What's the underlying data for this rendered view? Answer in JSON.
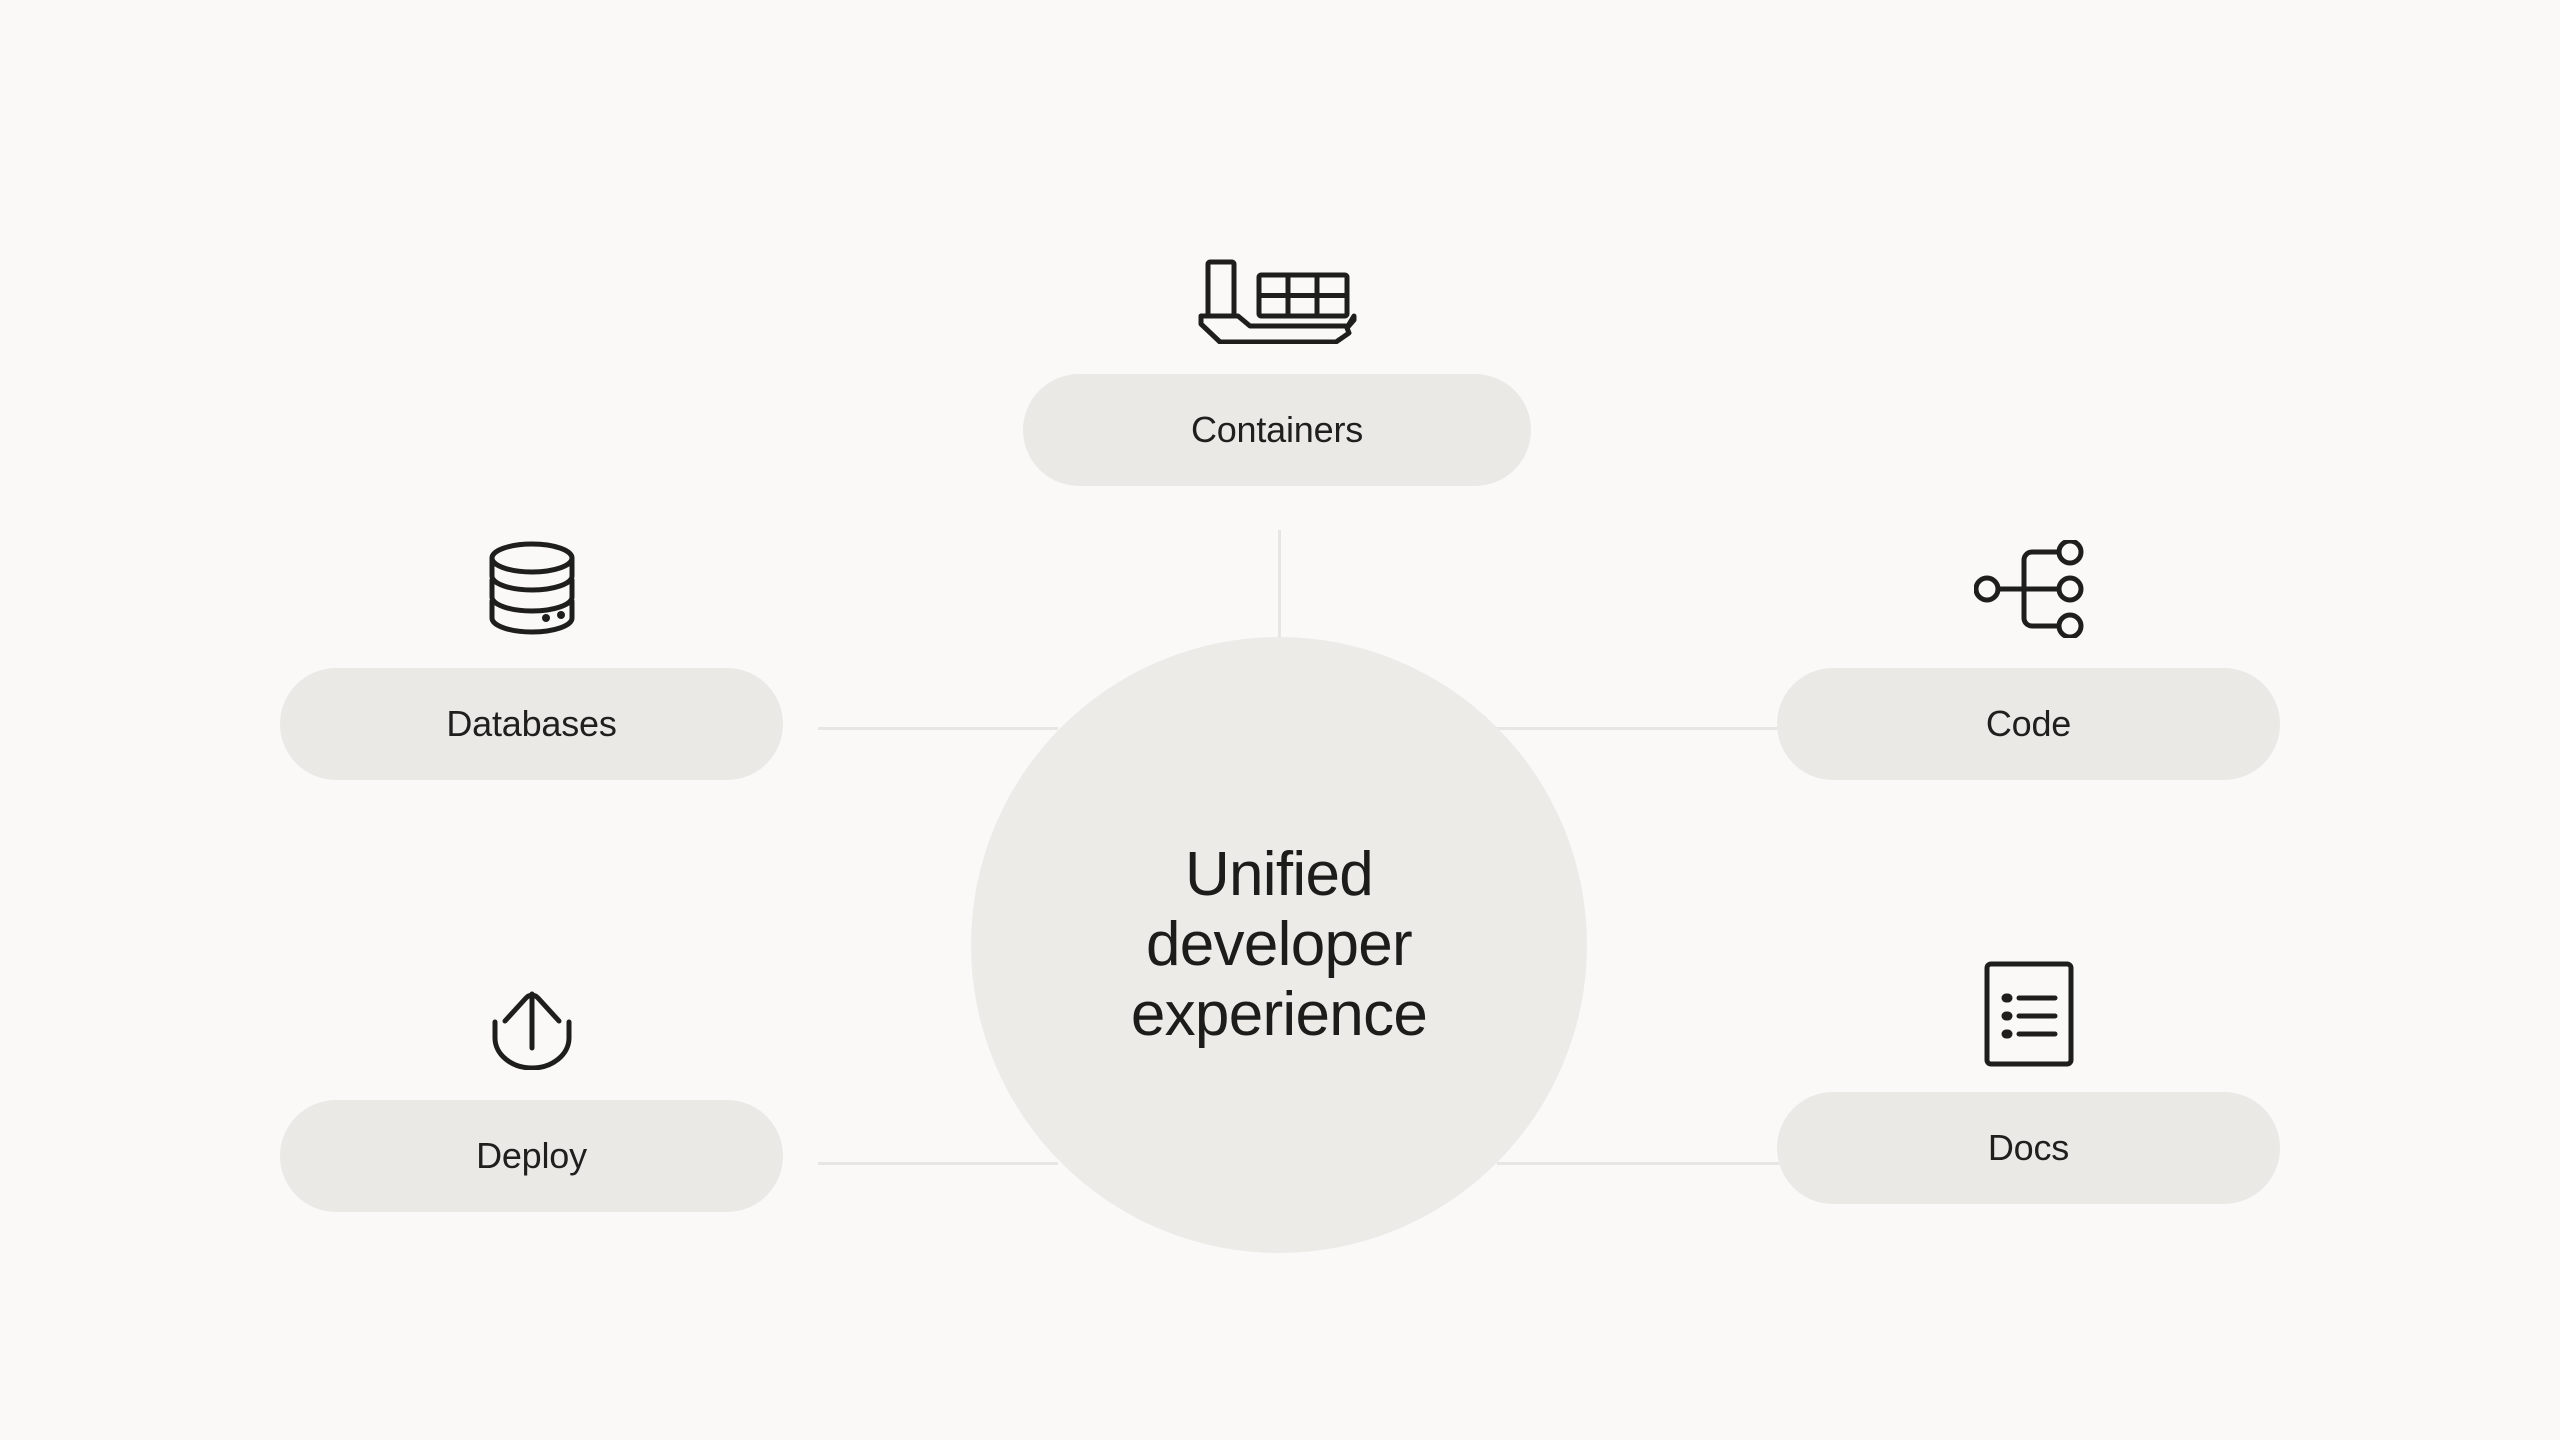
{
  "colors": {
    "background": "#faf9f7",
    "pill_fill": "#eae9e5",
    "circle_fill": "#ecebe7",
    "connector": "#e7e6e2",
    "text": "#1c1c1a",
    "icon_stroke": "#1e1e1c"
  },
  "center": {
    "title": "Unified\ndeveloper\nexperience"
  },
  "nodes": {
    "containers": {
      "label": "Containers",
      "icon": "cargo-ship-icon"
    },
    "databases": {
      "label": "Databases",
      "icon": "database-stack-icon"
    },
    "code": {
      "label": "Code",
      "icon": "git-branch-icon"
    },
    "deploy": {
      "label": "Deploy",
      "icon": "upload-icon"
    },
    "docs": {
      "label": "Docs",
      "icon": "document-list-icon"
    }
  }
}
